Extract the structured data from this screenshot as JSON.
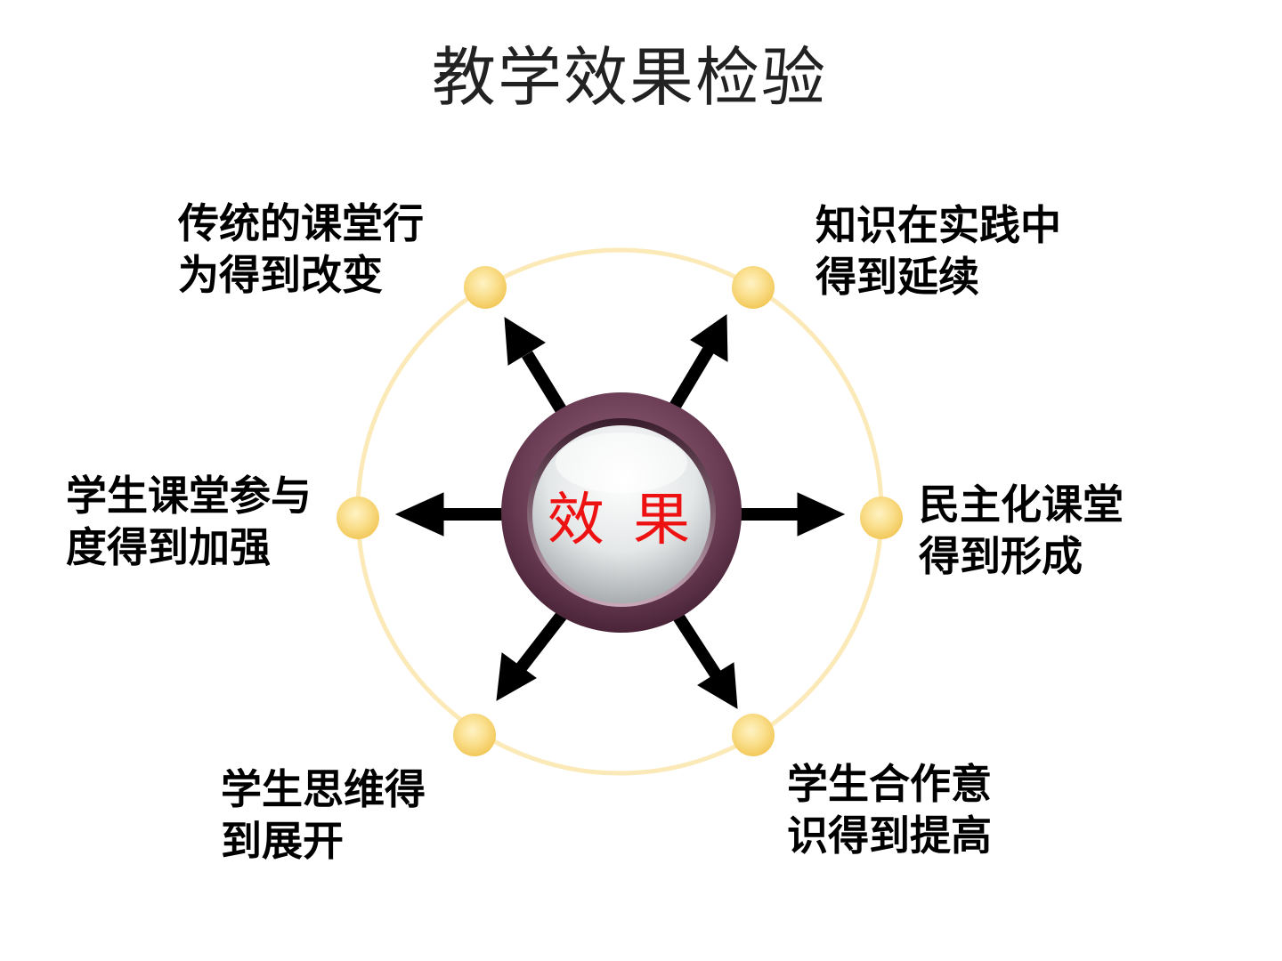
{
  "title": "教学效果检验",
  "center": {
    "label": "效 果",
    "text_color": "#ee1111",
    "ring_color": "#6b3d55"
  },
  "orbit_color": "#fbe9b8",
  "node_color": "#f8d77a",
  "arrow_color": "#000000",
  "outcomes": [
    {
      "id": "top-left",
      "lines": [
        "传统的课堂行",
        "为得到改变"
      ]
    },
    {
      "id": "top-right",
      "lines": [
        "知识在实践中",
        "得到延续"
      ]
    },
    {
      "id": "left",
      "lines": [
        "学生课堂参与",
        "度得到加强"
      ]
    },
    {
      "id": "right",
      "lines": [
        "民主化课堂",
        "得到形成"
      ]
    },
    {
      "id": "bottom-left",
      "lines": [
        "学生思维得",
        "到展开"
      ]
    },
    {
      "id": "bottom-right",
      "lines": [
        "学生合作意",
        "识得到提高"
      ]
    }
  ]
}
